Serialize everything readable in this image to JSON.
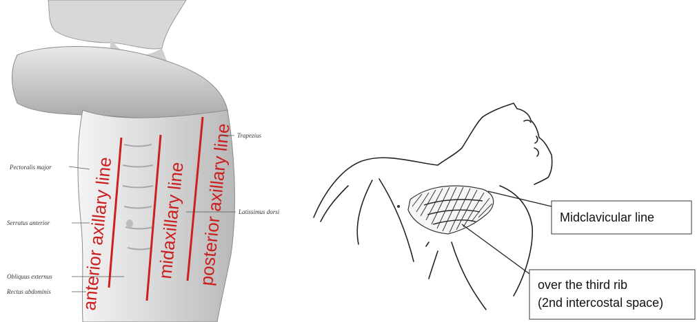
{
  "left_figure": {
    "anatomy_labels": {
      "trapezius": "Trapezius",
      "pectoralis_major": "Pectoralis major",
      "latissimus_dorsi": "Latissimus dorsi",
      "serratus_anterior": "Serratus anterior",
      "obliquus_externus": "Obliquus externus",
      "rectus_abdominis": "Rectus abdominis"
    },
    "line_labels": {
      "anterior": "anterior axillary line",
      "mid": "midaxillary line",
      "posterior": "posterior axillary line"
    },
    "line_color": "#cc1f1f"
  },
  "right_figure": {
    "callouts": {
      "midclavicular": "Midclavicular line",
      "third_rib_line1": "over the third rib",
      "third_rib_line2": "(2nd intercostal space)"
    }
  }
}
